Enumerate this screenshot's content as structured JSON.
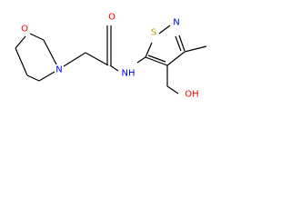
{
  "molecule": {
    "atoms": {
      "ring_oxygen": "O",
      "ring_nitrogen": "N",
      "carbonyl_oxygen": "O",
      "amide_nh": "NH",
      "thiazole_sulfur": "S",
      "thiazole_nitrogen": "N",
      "acid_oh": "OH"
    },
    "colors": {
      "bond": "#000000",
      "oxygen": "#ff0000",
      "nitrogen": "#0000ff",
      "sulfur": "#b8a000"
    }
  }
}
